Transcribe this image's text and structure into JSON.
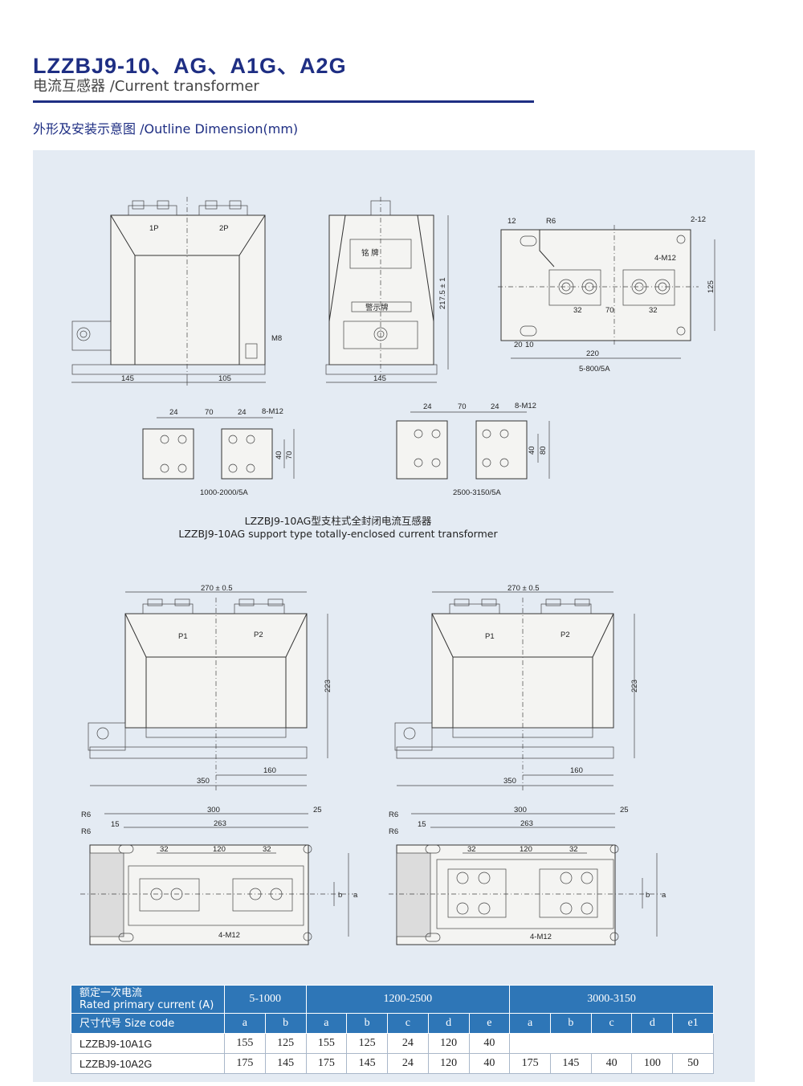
{
  "header": {
    "title": "LZZBJ9-10、AG、A1G、A2G",
    "subtitle": "电流互感器 /Current transformer",
    "section": "外形及安装示意图 /Outline Dimension(mm)"
  },
  "drawing": {
    "top_labels": {
      "p1": "1P",
      "p2": "2P",
      "m8": "M8",
      "d145a": "145",
      "d105": "105",
      "d145b": "145",
      "plate": "铭    牌",
      "warn": "警示牌",
      "h217": "217.5 ± 1",
      "d12": "12",
      "r6": "R6",
      "holes2": "2-12",
      "holes4": "4-M12",
      "d32a": "32",
      "d70": "70",
      "d32b": "32",
      "d125": "125",
      "d20": "20",
      "d10": "10",
      "d220": "220",
      "rating": "5-800/5A"
    },
    "terminal_labels": {
      "d24a": "24",
      "d70a": "70",
      "d24b": "24",
      "m12a": "8-M12",
      "d40a": "40",
      "d70v": "70",
      "rating_a": "1000-2000/5A",
      "d24c": "24",
      "d70b": "70",
      "d24d": "24",
      "m12b": "8-M12",
      "d40b": "40",
      "d80": "80",
      "rating_b": "2500-3150/5A"
    },
    "caption_cn": "LZZBJ9-10AG型支柱式全封闭电流互感器",
    "caption_en": "LZZBJ9-10AG support type totally-enclosed current transformer",
    "lower_labels": {
      "w270": "270 ± 0.5",
      "p1": "P1",
      "p2": "P2",
      "h223": "223",
      "d350": "350",
      "d160": "160",
      "d300": "300",
      "d25": "25",
      "d263": "263",
      "r6": "R6",
      "d15": "15",
      "d32": "32",
      "d120": "120",
      "b": "b",
      "a": "a",
      "m12": "4-M12"
    }
  },
  "table": {
    "row1_label_cn": "额定一次电流",
    "row1_label_en": "Rated primary current (A)",
    "ranges": [
      "5-1000",
      "1200-2500",
      "3000-3150"
    ],
    "row2_label": "尺寸代号 Size code",
    "codes": [
      "a",
      "b",
      "a",
      "b",
      "c",
      "d",
      "e",
      "a",
      "b",
      "c",
      "d",
      "e1"
    ],
    "rows": [
      {
        "name": "LZZBJ9-10A1G",
        "values": [
          "155",
          "125",
          "155",
          "125",
          "24",
          "120",
          "40",
          "",
          "",
          "",
          "",
          ""
        ]
      },
      {
        "name": "LZZBJ9-10A2G",
        "values": [
          "175",
          "145",
          "175",
          "145",
          "24",
          "120",
          "40",
          "175",
          "145",
          "40",
          "100",
          "50"
        ]
      }
    ]
  }
}
